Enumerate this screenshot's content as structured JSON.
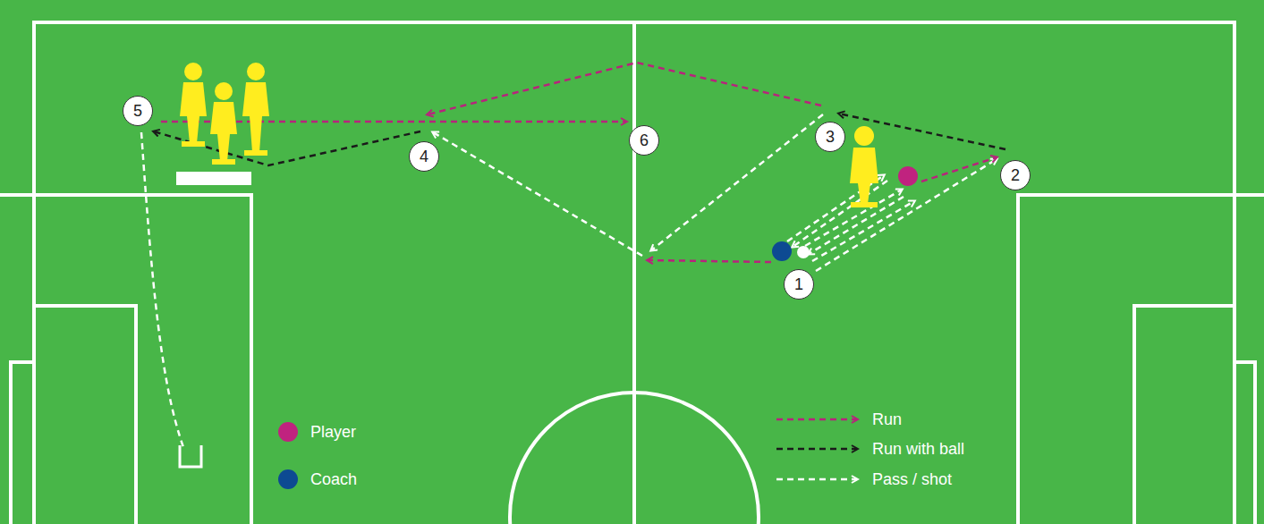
{
  "diagram": {
    "labels": [
      "1",
      "2",
      "3",
      "4",
      "5",
      "6"
    ],
    "legend": [
      {
        "text": "Player",
        "color": "#c0237f"
      },
      {
        "text": "Coach",
        "color": "#0d4a92"
      },
      {
        "text": "Run"
      },
      {
        "text": "Run with ball"
      },
      {
        "text": "Pass / shot"
      }
    ]
  }
}
